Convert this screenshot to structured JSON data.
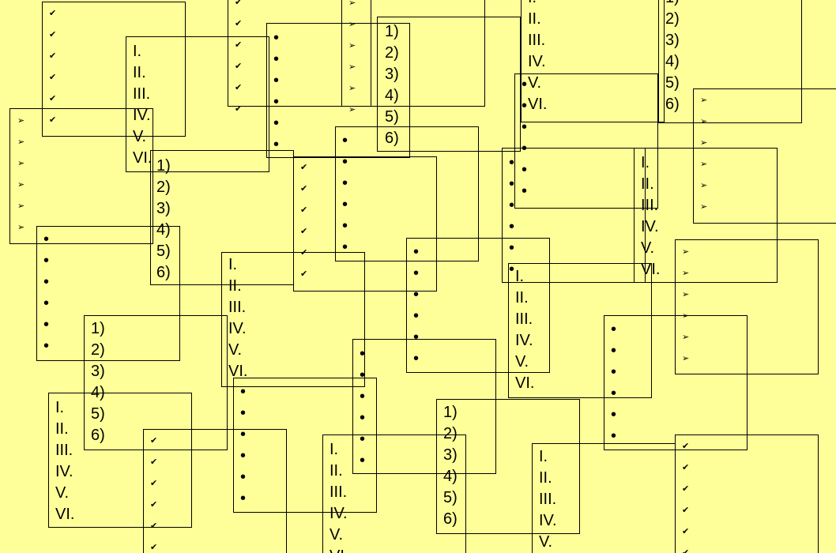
{
  "markers": {
    "roman": [
      "I.",
      "II.",
      "III.",
      "IV.",
      "V.",
      "VI."
    ],
    "paren": [
      "1)",
      "2)",
      "3)",
      "4)",
      "5)",
      "6)"
    ],
    "bullet": [
      "•",
      "•",
      "•",
      "•",
      "•",
      "•"
    ],
    "check": [
      "✔",
      "✔",
      "✔",
      "✔",
      "✔",
      "✔"
    ],
    "arrow": [
      "➢",
      "➢",
      "➢",
      "➢",
      "➢",
      "➢"
    ]
  },
  "list_boxes": [
    {
      "style": "check"
    },
    {
      "style": "roman"
    },
    {
      "style": "arrow"
    },
    {
      "style": "check"
    },
    {
      "style": "arrow"
    },
    {
      "style": "bullet"
    },
    {
      "style": "paren"
    },
    {
      "style": "roman"
    },
    {
      "style": "paren"
    },
    {
      "style": "paren"
    },
    {
      "style": "arrow"
    },
    {
      "style": "bullet"
    },
    {
      "style": "check"
    },
    {
      "style": "bullet"
    },
    {
      "style": "bullet"
    },
    {
      "style": "roman"
    },
    {
      "style": "bullet"
    },
    {
      "style": "roman"
    },
    {
      "style": "arrow"
    },
    {
      "style": "bullet"
    },
    {
      "style": "paren"
    },
    {
      "style": "roman"
    },
    {
      "style": "bullet"
    },
    {
      "style": "check"
    },
    {
      "style": "bullet"
    },
    {
      "style": "roman"
    },
    {
      "style": "paren"
    },
    {
      "style": "roman"
    },
    {
      "style": "check"
    },
    {
      "style": "bullet"
    },
    {
      "style": "paren"
    },
    {
      "style": "roman"
    }
  ]
}
